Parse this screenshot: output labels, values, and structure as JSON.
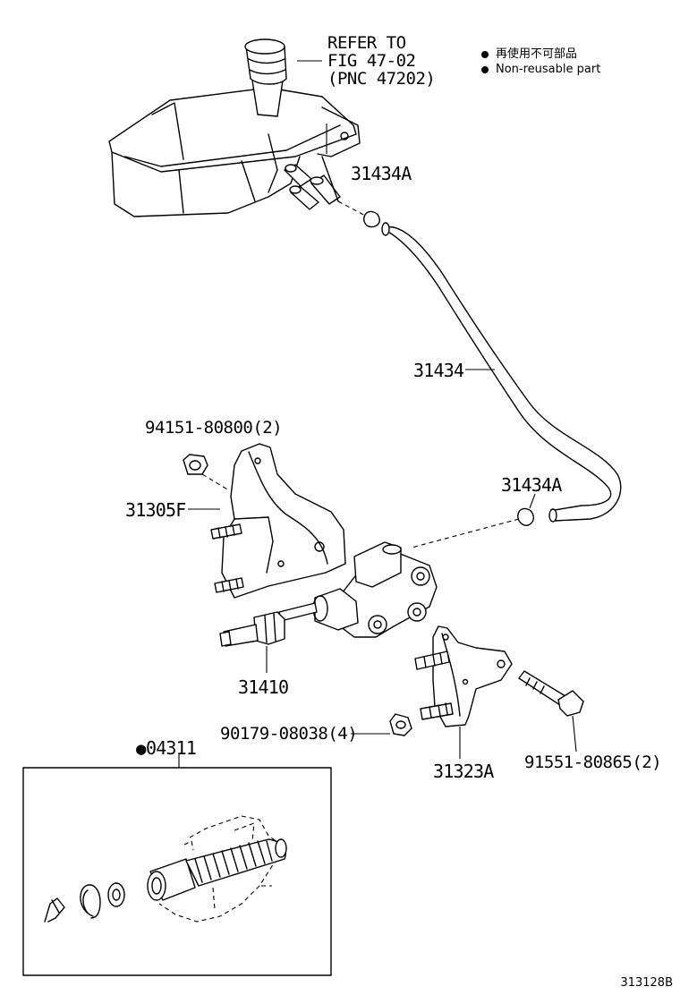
{
  "refer": {
    "line1": "REFER TO",
    "line2": "FIG 47-02",
    "line3": "(PNC 47202)"
  },
  "legend": {
    "items": [
      {
        "text": "再使用不可部品"
      },
      {
        "text": "Non-reusable part"
      }
    ]
  },
  "parts": {
    "p31434A_top": "31434A",
    "p31434": "31434",
    "p94151": "94151-80800(2)",
    "p31305F": "31305F",
    "p31434A_mid": "31434A",
    "p31410": "31410",
    "p90179": "90179-08038(4)",
    "p31323A": "31323A",
    "p91551": "91551-80865(2)",
    "p04311": "04311"
  },
  "diagram_code": "313128B"
}
